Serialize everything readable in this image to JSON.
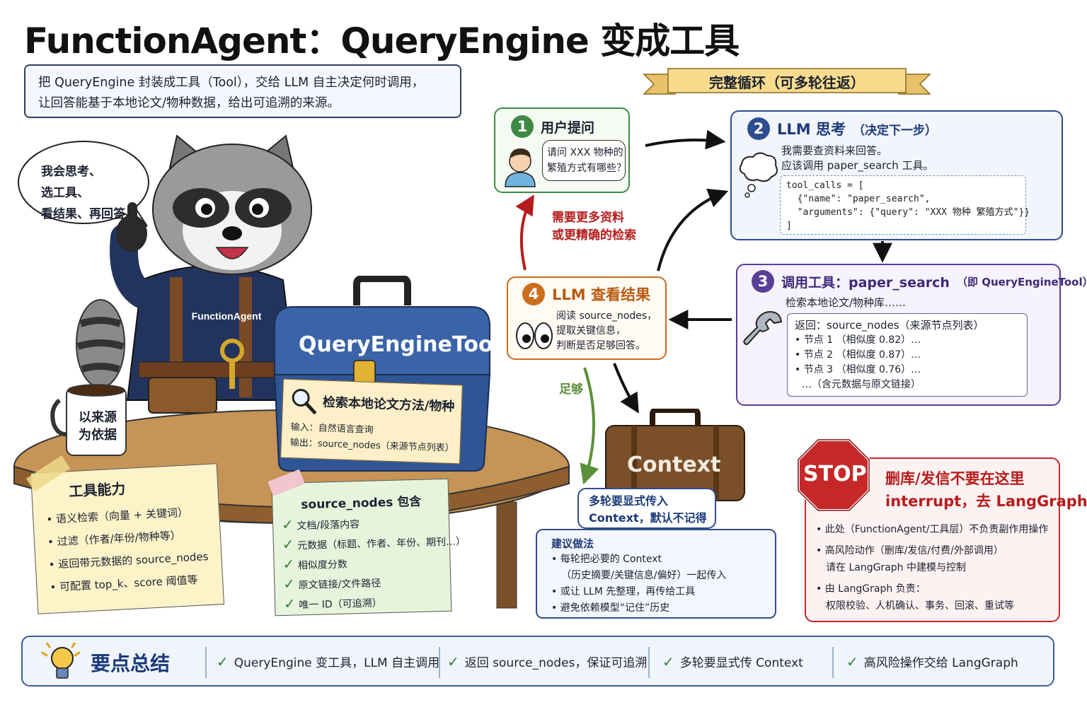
{
  "title": "FunctionAgent：QueryEngine 变成工具",
  "intro": {
    "line1": "把 QueryEngine 封装成工具（Tool），交给 LLM 自主决定何时调用，",
    "line2": "让回答能基于本地论文/物种数据，给出可追溯的来源。"
  },
  "banner": "完整循环（可多轮往返）",
  "raccoon": {
    "speech": [
      "我会思考、",
      "选工具、",
      "看结果、再回答！"
    ],
    "shirt_label": "FunctionAgent",
    "mug_text": [
      "以来源",
      "为依据"
    ]
  },
  "toolbox": {
    "title": "QueryEngineTool",
    "label_title": "检索本地论文方法/物种",
    "label_input": "输入：自然语言查询",
    "label_output": "输出：source_nodes（来源节点列表）"
  },
  "step1": {
    "num": "1",
    "title": "用户提问",
    "bubble": [
      "请问 XXX 物种的",
      "繁殖方式有哪些？"
    ]
  },
  "step2": {
    "num": "2",
    "title": "LLM 思考",
    "title_suffix": "（决定下一步）",
    "text1": "我需要查资料来回答。",
    "text2": "应该调用 paper_search 工具。",
    "code": [
      "tool_calls = [",
      "  {\"name\": \"paper_search\",",
      "  \"arguments\": {\"query\": \"XXX 物种 繁殖方式\"}}",
      "]"
    ]
  },
  "step3": {
    "num": "3",
    "title": "调用工具：paper_search",
    "title_suffix": "（即 QueryEngineTool）",
    "subtitle": "检索本地论文/物种库……",
    "returns": "返回：source_nodes（来源节点列表）",
    "nodes": [
      "节点 1 （相似度 0.82）…",
      "节点 2 （相似度 0.87）…",
      "节点 3 （相似度 0.76）…"
    ],
    "more": "…（含元数据与原文链接）"
  },
  "step4": {
    "num": "4",
    "title": "LLM 查看结果",
    "lines": [
      "阅读 source_nodes，",
      "提取关键信息，",
      "判断是否足够回答。"
    ]
  },
  "arrow_labels": {
    "more_info": [
      "需要更多资料",
      "或更精确的检索"
    ],
    "enough": "足够"
  },
  "context": {
    "case_label": "Context",
    "bubble": [
      "多轮要显式传入",
      "Context，默认不记得"
    ],
    "advice_title": "建议做法",
    "advice": [
      "每轮把必要的 Context",
      "（历史摘要/关键信息/偏好）一起传入",
      "或让 LLM 先整理，再传给工具",
      "避免依赖模型“记住”历史"
    ]
  },
  "stop": {
    "sign": "STOP",
    "headline1": "删库/发信不要在这里",
    "headline2": "interrupt，去 LangGraph",
    "items": [
      "此处（FunctionAgent/工具层）不负责副作用操作",
      "高风险动作（删库/发信/付费/外部调用）",
      "请在 LangGraph 中建模与控制",
      "由 LangGraph 负责：",
      "权限校验、人机确认、事务、回滚、重试等"
    ]
  },
  "ability": {
    "title": "工具能力",
    "items": [
      "语义检索（向量 + 关键词）",
      "过滤（作者/年份/物种等）",
      "返回带元数据的 source_nodes",
      "可配置 top_k、score 阈值等"
    ]
  },
  "nodes_note": {
    "title": "source_nodes 包含",
    "items": [
      "文档/段落内容",
      "元数据（标题、作者、年份、期刊…）",
      "相似度分数",
      "原文链接/文件路径",
      "唯一 ID（可追溯）"
    ]
  },
  "summary": {
    "title": "要点总结",
    "items": [
      "QueryEngine 变工具，LLM 自主调用",
      "返回 source_nodes，保证可追溯",
      "多轮要显式传 Context",
      "高风险操作交给 LangGraph"
    ]
  },
  "colors": {
    "green": "#3e8a45",
    "blue": "#2d4d8f",
    "purple": "#5a3f96",
    "orange": "#cc6d1d",
    "red": "#c62828"
  }
}
